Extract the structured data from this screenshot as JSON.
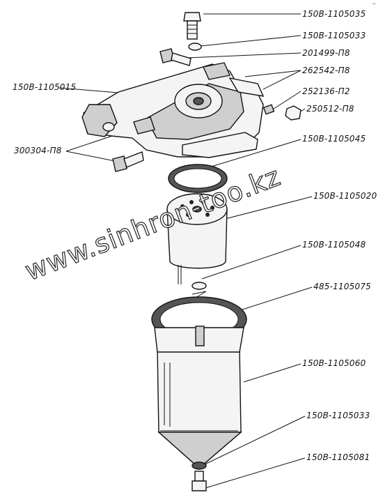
{
  "corner_mark": "~",
  "labels": [
    {
      "id": "bolt-top",
      "text": "150В-1105035"
    },
    {
      "id": "washer-top",
      "text": "150В-1105033"
    },
    {
      "id": "bolt-side",
      "text": "201499-П8"
    },
    {
      "id": "plug",
      "text": "262542-П8"
    },
    {
      "id": "nut-small",
      "text": "252136-П2"
    },
    {
      "id": "nut",
      "text": "250512-П8"
    },
    {
      "id": "housing",
      "text": "150В-1105015"
    },
    {
      "id": "bolt-body",
      "text": "300304-П8"
    },
    {
      "id": "gasket",
      "text": "150В-1105045"
    },
    {
      "id": "element",
      "text": "150В-1105020"
    },
    {
      "id": "spring",
      "text": "150В-1105048"
    },
    {
      "id": "bowl-gasket",
      "text": "485-1105075"
    },
    {
      "id": "bowl",
      "text": "150В-1105060"
    },
    {
      "id": "washer-bottom",
      "text": "150В-1105033"
    },
    {
      "id": "drain-plug",
      "text": "150В-1105081"
    }
  ],
  "watermark": "www.sinhron-too.kz"
}
